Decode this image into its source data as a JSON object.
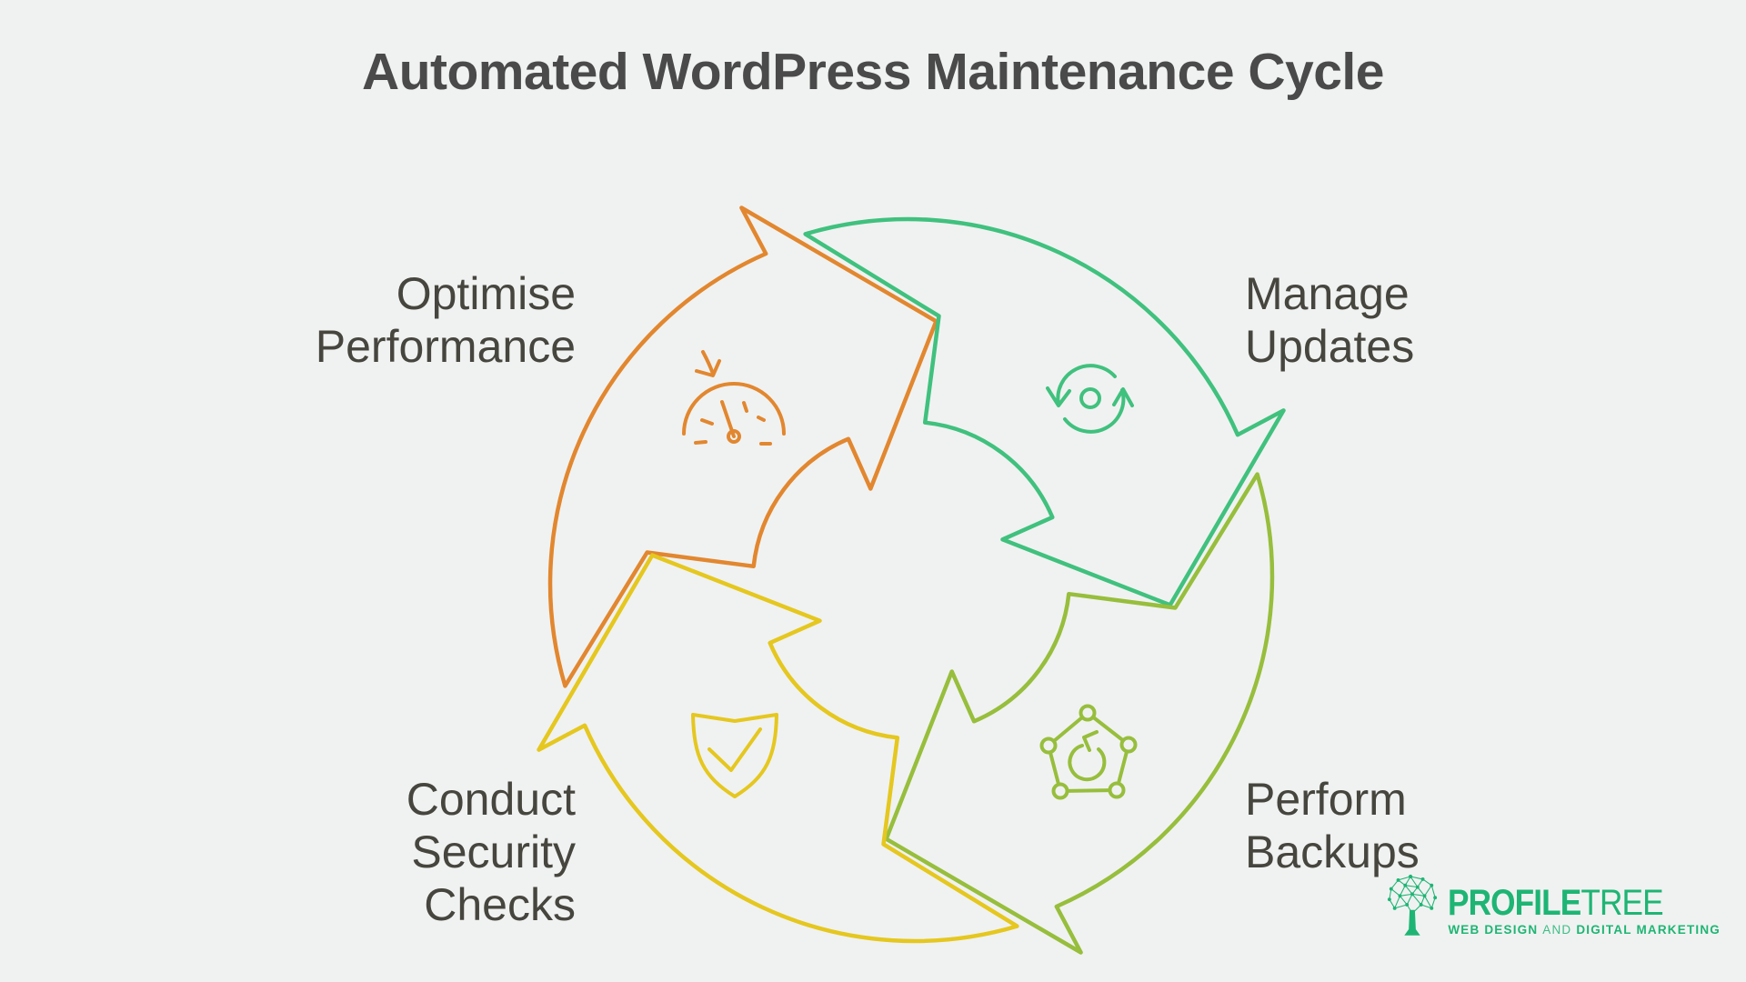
{
  "title": "Automated WordPress Maintenance Cycle",
  "cycle": {
    "direction": "clockwise",
    "steps": [
      {
        "id": "optimise-performance",
        "label": "Optimise Performance",
        "lines": [
          "Optimise",
          "Performance"
        ],
        "color": "#E2872F",
        "icon": "speedometer-icon",
        "position": "top-left"
      },
      {
        "id": "manage-updates",
        "label": "Manage Updates",
        "lines": [
          "Manage",
          "Updates"
        ],
        "color": "#40C17E",
        "icon": "sync-arrows-icon",
        "position": "top-right"
      },
      {
        "id": "perform-backups",
        "label": "Perform Backups",
        "lines": [
          "Perform",
          "Backups"
        ],
        "color": "#97BE3C",
        "icon": "network-restore-icon",
        "position": "bottom-right"
      },
      {
        "id": "conduct-security-checks",
        "label": "Conduct Security Checks",
        "lines": [
          "Conduct",
          "Security",
          "Checks"
        ],
        "color": "#E5C71F",
        "icon": "shield-check-icon",
        "position": "bottom-left"
      }
    ]
  },
  "branding": {
    "name_bold": "PROFILE",
    "name_light": "TREE",
    "tagline": {
      "bold1": "WEB DESIGN",
      "light": "AND",
      "bold2": "DIGITAL MARKETING"
    },
    "color": "#1EB574"
  },
  "colors": {
    "background": "#F0F2F1",
    "title_text": "#4A4A4A",
    "label_text": "#46453E"
  }
}
